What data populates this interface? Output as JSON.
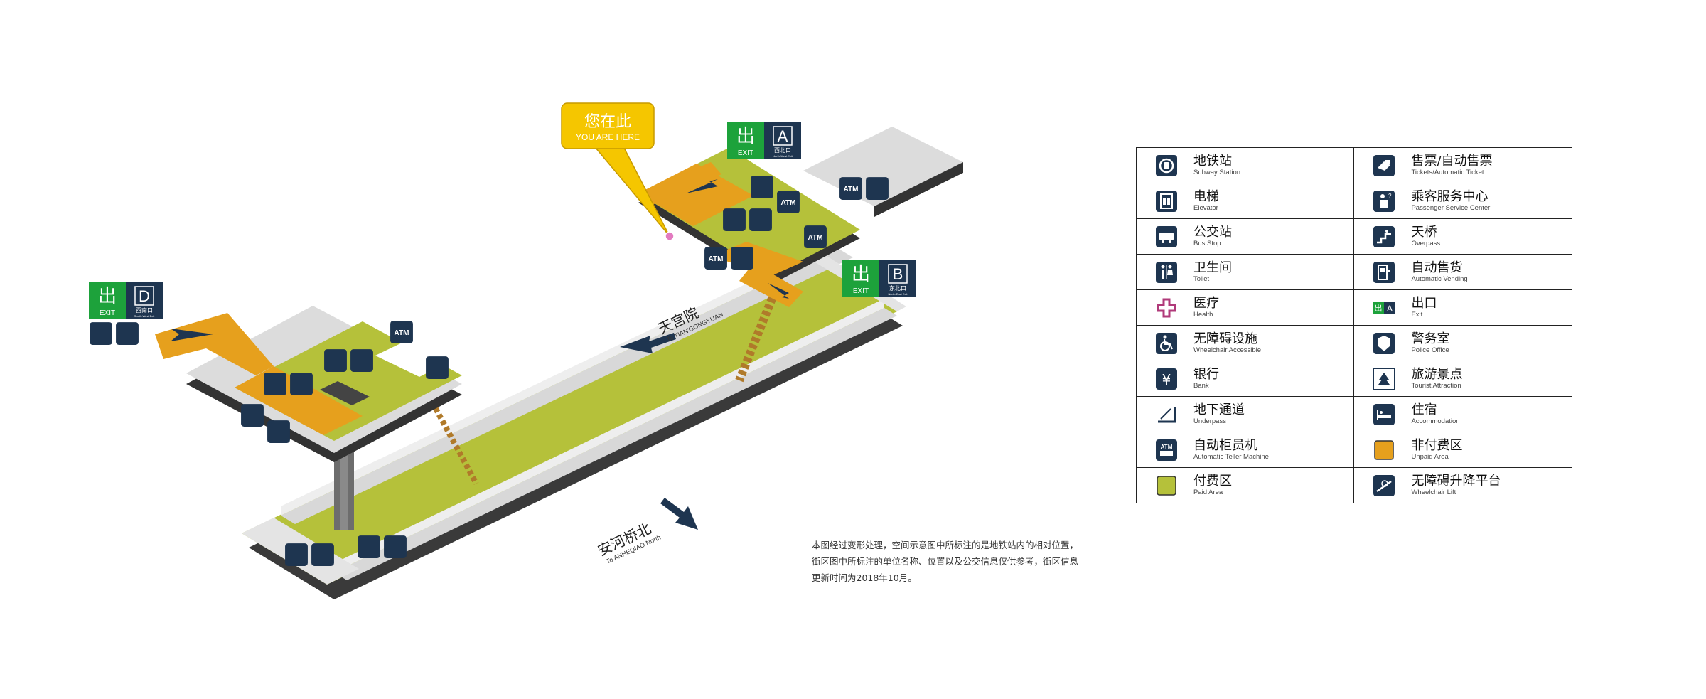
{
  "map": {
    "you_are_here_zh": "您在此",
    "you_are_here_en": "YOU ARE HERE",
    "exits": [
      {
        "letter": "A",
        "name_zh": "西北口",
        "name_en": "North-West Exit",
        "exit_label": "EXIT"
      },
      {
        "letter": "B",
        "name_zh": "东北口",
        "name_en": "North-East Exit",
        "exit_label": "EXIT"
      },
      {
        "letter": "D",
        "name_zh": "西南口",
        "name_en": "South-West Exit",
        "exit_label": "EXIT"
      }
    ],
    "directions": [
      {
        "zh": "天宫院",
        "en": "To TIAN'GONGYUAN"
      },
      {
        "zh": "安河桥北",
        "en": "To ANHEQIAO North"
      }
    ],
    "atm_label": "ATM",
    "note": "本图经过变形处理，空间示意图中所标注的是地铁站内的相对位置，街区图中所标注的单位名称、位置以及公交信息仅供参考，街区信息更新时间为2018年10月。"
  },
  "legend": {
    "exit_letter": "A",
    "rows": [
      [
        {
          "zh": "地铁站",
          "en": "Subway Station",
          "icon": "subway-station-icon"
        },
        {
          "zh": "售票/自动售票",
          "en": "Tickets/Automatic Ticket",
          "icon": "ticket-icon"
        }
      ],
      [
        {
          "zh": "电梯",
          "en": "Elevator",
          "icon": "elevator-icon"
        },
        {
          "zh": "乘客服务中心",
          "en": "Passenger Service Center",
          "icon": "passenger-service-icon"
        }
      ],
      [
        {
          "zh": "公交站",
          "en": "Bus Stop",
          "icon": "bus-stop-icon"
        },
        {
          "zh": "天桥",
          "en": "Overpass",
          "icon": "overpass-icon"
        }
      ],
      [
        {
          "zh": "卫生间",
          "en": "Toilet",
          "icon": "toilet-icon"
        },
        {
          "zh": "自动售货",
          "en": "Automatic Vending",
          "icon": "vending-icon"
        }
      ],
      [
        {
          "zh": "医疗",
          "en": "Health",
          "icon": "health-icon"
        },
        {
          "zh": "出口",
          "en": "Exit",
          "icon": "exit-icon"
        }
      ],
      [
        {
          "zh": "无障碍设施",
          "en": "Wheelchair Accessible",
          "icon": "wheelchair-icon"
        },
        {
          "zh": "警务室",
          "en": "Police Office",
          "icon": "police-icon"
        }
      ],
      [
        {
          "zh": "银行",
          "en": "Bank",
          "icon": "bank-icon"
        },
        {
          "zh": "旅游景点",
          "en": "Tourist Attraction",
          "icon": "tourist-attraction-icon"
        }
      ],
      [
        {
          "zh": "地下通道",
          "en": "Underpass",
          "icon": "underpass-icon"
        },
        {
          "zh": "住宿",
          "en": "Accommodation",
          "icon": "accommodation-icon"
        }
      ],
      [
        {
          "zh": "自动柜员机",
          "en": "Automatic Teller Machine",
          "icon": "atm-icon"
        },
        {
          "zh": "非付费区",
          "en": "Unpaid Area",
          "icon": "unpaid-area-swatch"
        }
      ],
      [
        {
          "zh": "付费区",
          "en": "Paid Area",
          "icon": "paid-area-swatch"
        },
        {
          "zh": "无障碍升降平台",
          "en": "Wheelchair Lift",
          "icon": "wheelchair-lift-icon"
        }
      ]
    ]
  },
  "colors": {
    "paid_area": "#b5c13a",
    "unpaid_area": "#e6a01d",
    "icon_navy": "#1e3550",
    "exit_green": "#1da23b",
    "callout_yellow": "#f5c600",
    "platform_gray": "#dcdcdc"
  }
}
